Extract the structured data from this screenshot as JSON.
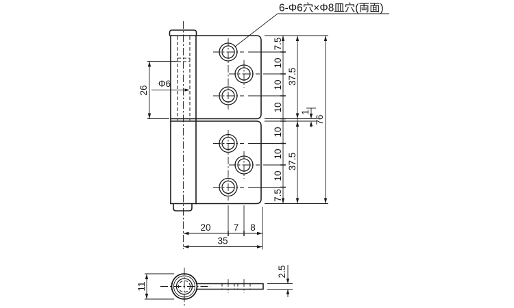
{
  "callout": {
    "hole_spec": "6-Φ6穴×Φ8皿穴(両面)"
  },
  "front_view": {
    "dims": {
      "edge_to_hole": "7.5",
      "hole_pitch": "10",
      "leaf_height": "37.5",
      "leaf_gap": "1",
      "total_height": "76",
      "pin_hole_depth": "26",
      "pin_diameter": "Φ6",
      "center_to_col1": "20",
      "col1_to_col2": "7",
      "col2_to_edge": "8",
      "half_width": "35"
    }
  },
  "bottom_view": {
    "dims": {
      "knuckle_diameter": "11",
      "leaf_thickness": "2.5"
    }
  }
}
